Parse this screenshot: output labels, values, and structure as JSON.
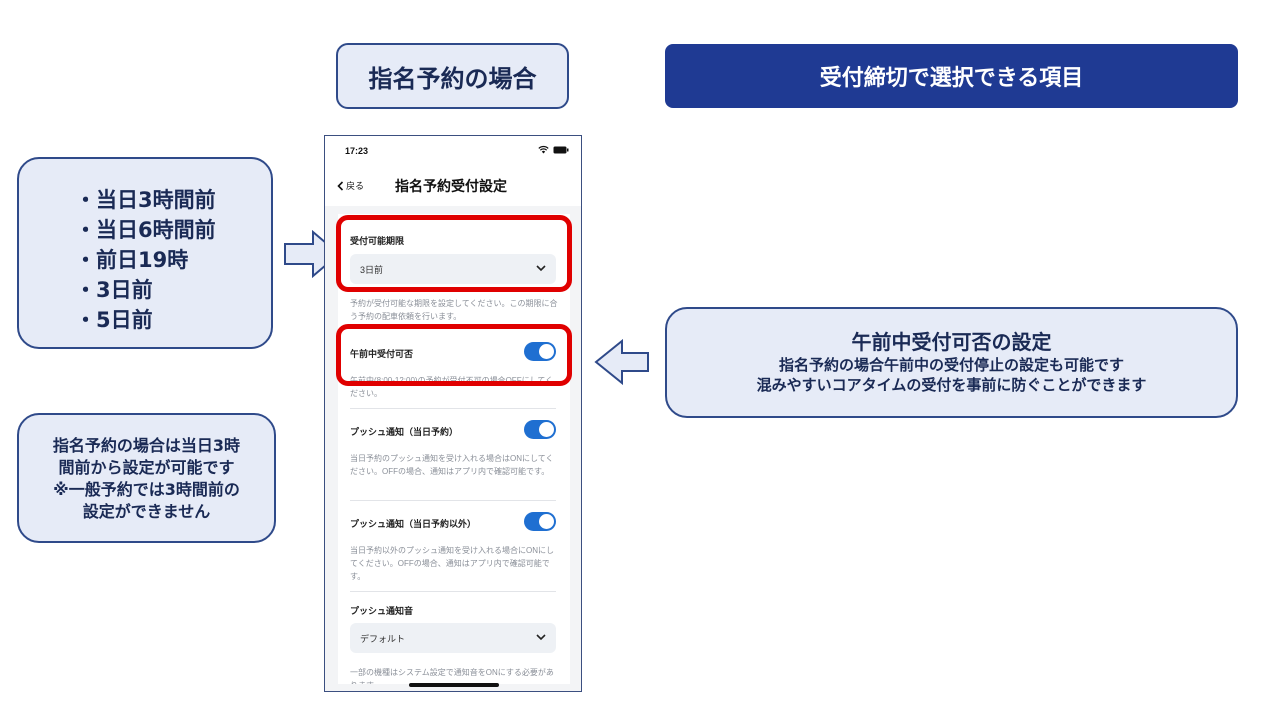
{
  "header": {
    "left_title": "指名予約の場合",
    "right_title": "受付締切で選択できる項目"
  },
  "left_list": {
    "items": [
      "・当日3時間前",
      "・当日6時間前",
      "・前日19時",
      "・3日前",
      "・5日前"
    ]
  },
  "left_note": {
    "lines": [
      "指名予約の場合は当日3時",
      "間前から設定が可能です",
      "※一般予約では3時間前の",
      "設定ができません"
    ]
  },
  "right_note": {
    "title": "午前中受付可否の設定",
    "lines": [
      "指名予約の場合午前中の受付停止の設定も可能です",
      "混みやすいコアタイムの受付を事前に防ぐことができます"
    ]
  },
  "phone": {
    "status_time": "17:23",
    "back_label": "戻る",
    "nav_title": "指名予約受付設定",
    "sections": {
      "period": {
        "label": "受付可能期限",
        "value": "3日前",
        "help": "予約が受付可能な期限を設定してください。この期限に合う予約の配車依頼を行います。"
      },
      "morning": {
        "label": "午前中受付可否",
        "help": "午前中(8:00-12:00)の予約が受付不可の場合OFFにしてください。",
        "on": true
      },
      "push_today": {
        "label": "プッシュ通知（当日予約）",
        "help": "当日予約のプッシュ通知を受け入れる場合はONにしてください。OFFの場合、通知はアプリ内で確認可能です。",
        "on": true
      },
      "push_other": {
        "label": "プッシュ通知（当日予約以外）",
        "help": "当日予約以外のプッシュ通知を受け入れる場合にONにしてください。OFFの場合、通知はアプリ内で確認可能です。",
        "on": true
      },
      "push_sound": {
        "label": "プッシュ通知音",
        "value": "デフォルト",
        "help": "一部の機種はシステム設定で通知音をONにする必要があります。"
      }
    }
  },
  "colors": {
    "accent_dark": "#1f3a93",
    "callout_fill": "#e6ebf7",
    "highlight_red": "#e00000",
    "toggle_on": "#1f6fd1"
  }
}
